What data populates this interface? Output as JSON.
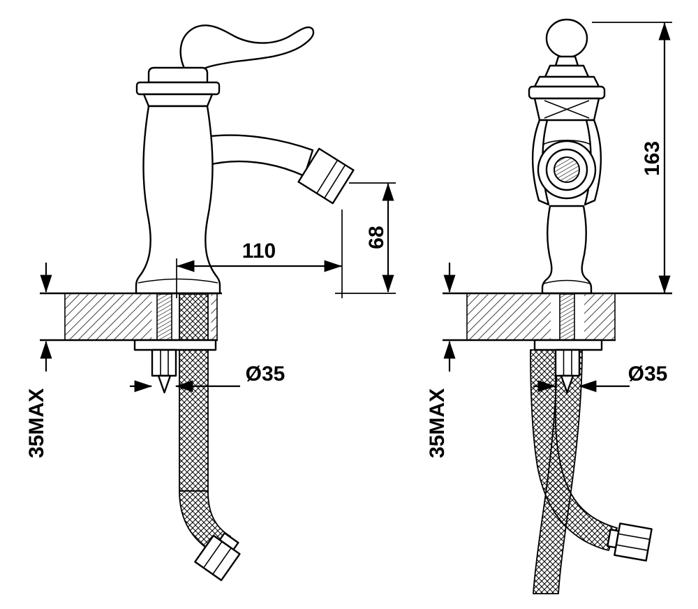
{
  "colors": {
    "background": "#ffffff",
    "line": "#000000"
  },
  "side_view": {
    "spout_reach_label": "110",
    "spout_height_label": "68",
    "hole_diameter_label": "Ø35",
    "deck_thickness_label": "35MAX"
  },
  "front_view": {
    "overall_height_label": "163",
    "hole_diameter_label": "Ø35",
    "deck_thickness_label": "35MAX"
  }
}
